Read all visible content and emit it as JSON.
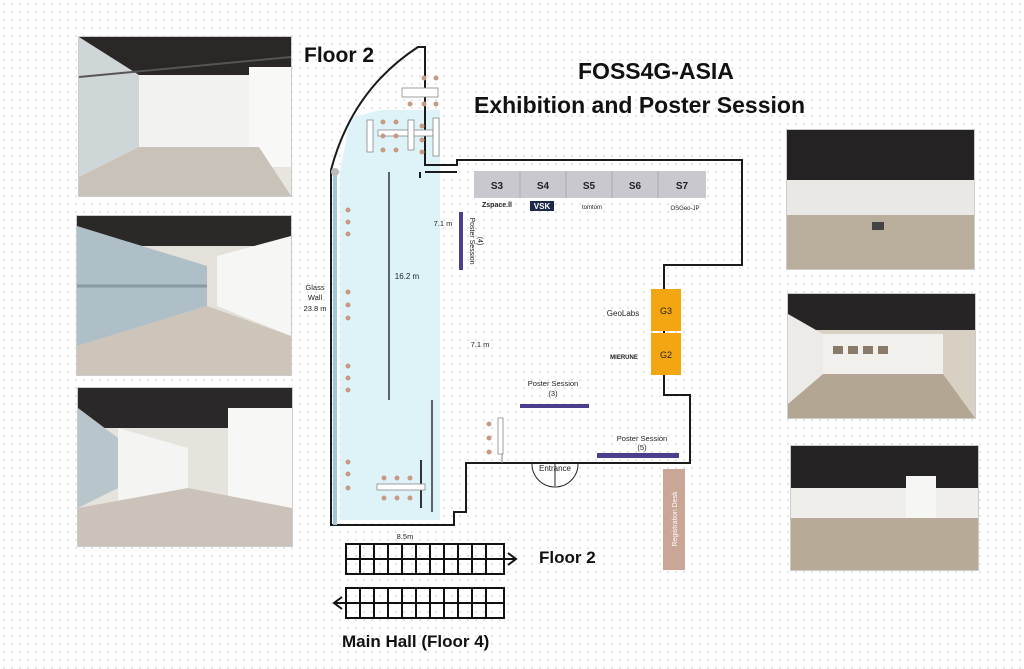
{
  "title": {
    "line1": "FOSS4G-ASIA",
    "line2": "Exhibition and Poster Session"
  },
  "floor_label_top": "Floor 2",
  "floor_label_stairs": "Floor 2",
  "main_hall_label": "Main Hall (Floor 4)",
  "booths": {
    "top_row": [
      "S3",
      "S4",
      "S5",
      "S6",
      "S7"
    ],
    "side": [
      "G3",
      "G2"
    ]
  },
  "sponsors": {
    "s3": "Zspace.ll",
    "s4": "VSK",
    "s5": "tomtom",
    "s7": "OSGeo-JP",
    "g3": "GeoLabs",
    "g2": "MIERUNE"
  },
  "measurements": {
    "glass_wall_line1": "Glass",
    "glass_wall_line2": "Wall",
    "glass_wall_len": "23.8 m",
    "center_len": "16.2 m",
    "upper_width": "7.1 m",
    "mid_width": "7.1 m",
    "bottom_width": "8.5m"
  },
  "poster_sessions": {
    "p3_line1": "Poster Session",
    "p3_line2": "(3)",
    "p4_line1": "Poster Session",
    "p4_line2": "(4)",
    "p5_line1": "Poster Session",
    "p5_line2": "(5)"
  },
  "entrance_label": "Entrance",
  "registration_label": "Registration Desk",
  "colors": {
    "booth_gray": "#c9c8ce",
    "booth_gold": "#f4a512",
    "glass_area": "#ddf3f8",
    "poster_bar": "#4a3f8c",
    "registration": "#c9a696",
    "wall": "#1a1a1a"
  }
}
